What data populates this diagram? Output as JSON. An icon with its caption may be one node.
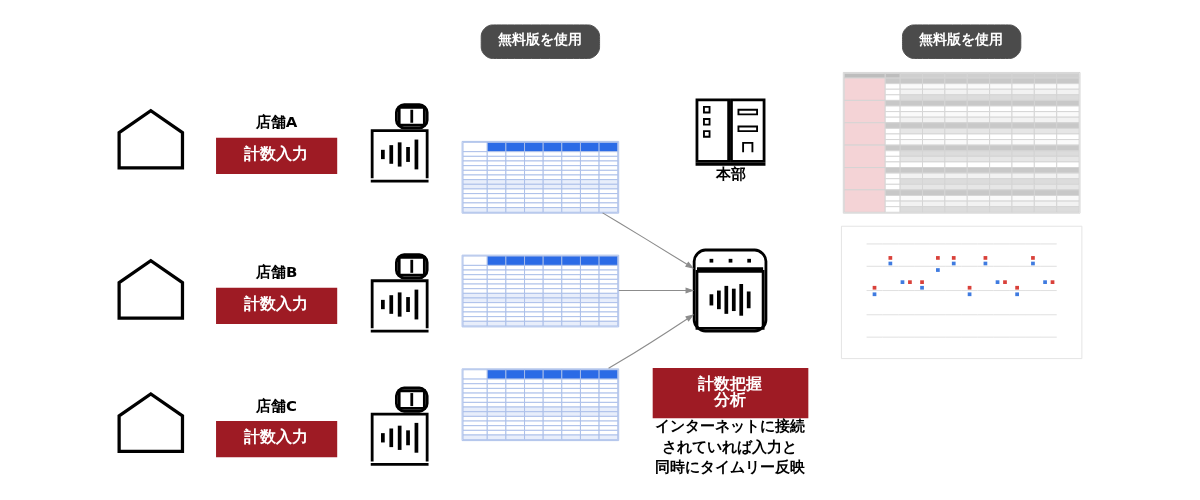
{
  "diagram": {
    "nodes": [
      {
        "text": [],
        "shape": "picture"
      },
      {
        "text": [
          "店舗A",
          "計数入力"
        ]
      },
      {
        "text": [],
        "shape": "picture"
      },
      {
        "text": [],
        "shape": "picture"
      },
      {
        "text": [],
        "shape": "picture"
      },
      {
        "text": [
          "店舗B",
          "計数入力"
        ]
      },
      {
        "text": [],
        "shape": "picture"
      },
      {
        "text": [],
        "shape": "picture"
      },
      {
        "text": [],
        "shape": "picture"
      },
      {
        "text": [
          "店舗C",
          "計数入力"
        ]
      },
      {
        "text": [],
        "shape": "picture"
      },
      {
        "text": [],
        "shape": "picture"
      },
      {
        "text": [
          "無料版を使用"
        ]
      },
      {
        "text": [],
        "shape": "picture",
        "beside": [
          "本部"
        ]
      },
      {
        "text": [],
        "shape": "picture"
      },
      {
        "text": [
          "計数把握分析"
        ],
        "beside": [
          "インターネットに接続されていれば入力と同時にタイムリー反映"
        ]
      },
      {
        "text": [
          "無料版を使用"
        ]
      },
      {
        "text": [],
        "shape": "picture"
      },
      {
        "text": [],
        "shape": "picture"
      }
    ],
    "edges": [
      {
        "from": 3,
        "to": 14,
        "arrow": "to"
      },
      {
        "from": 7,
        "to": 14,
        "arrow": "to"
      },
      {
        "from": 11,
        "to": 14,
        "arrow": "to"
      }
    ]
  }
}
